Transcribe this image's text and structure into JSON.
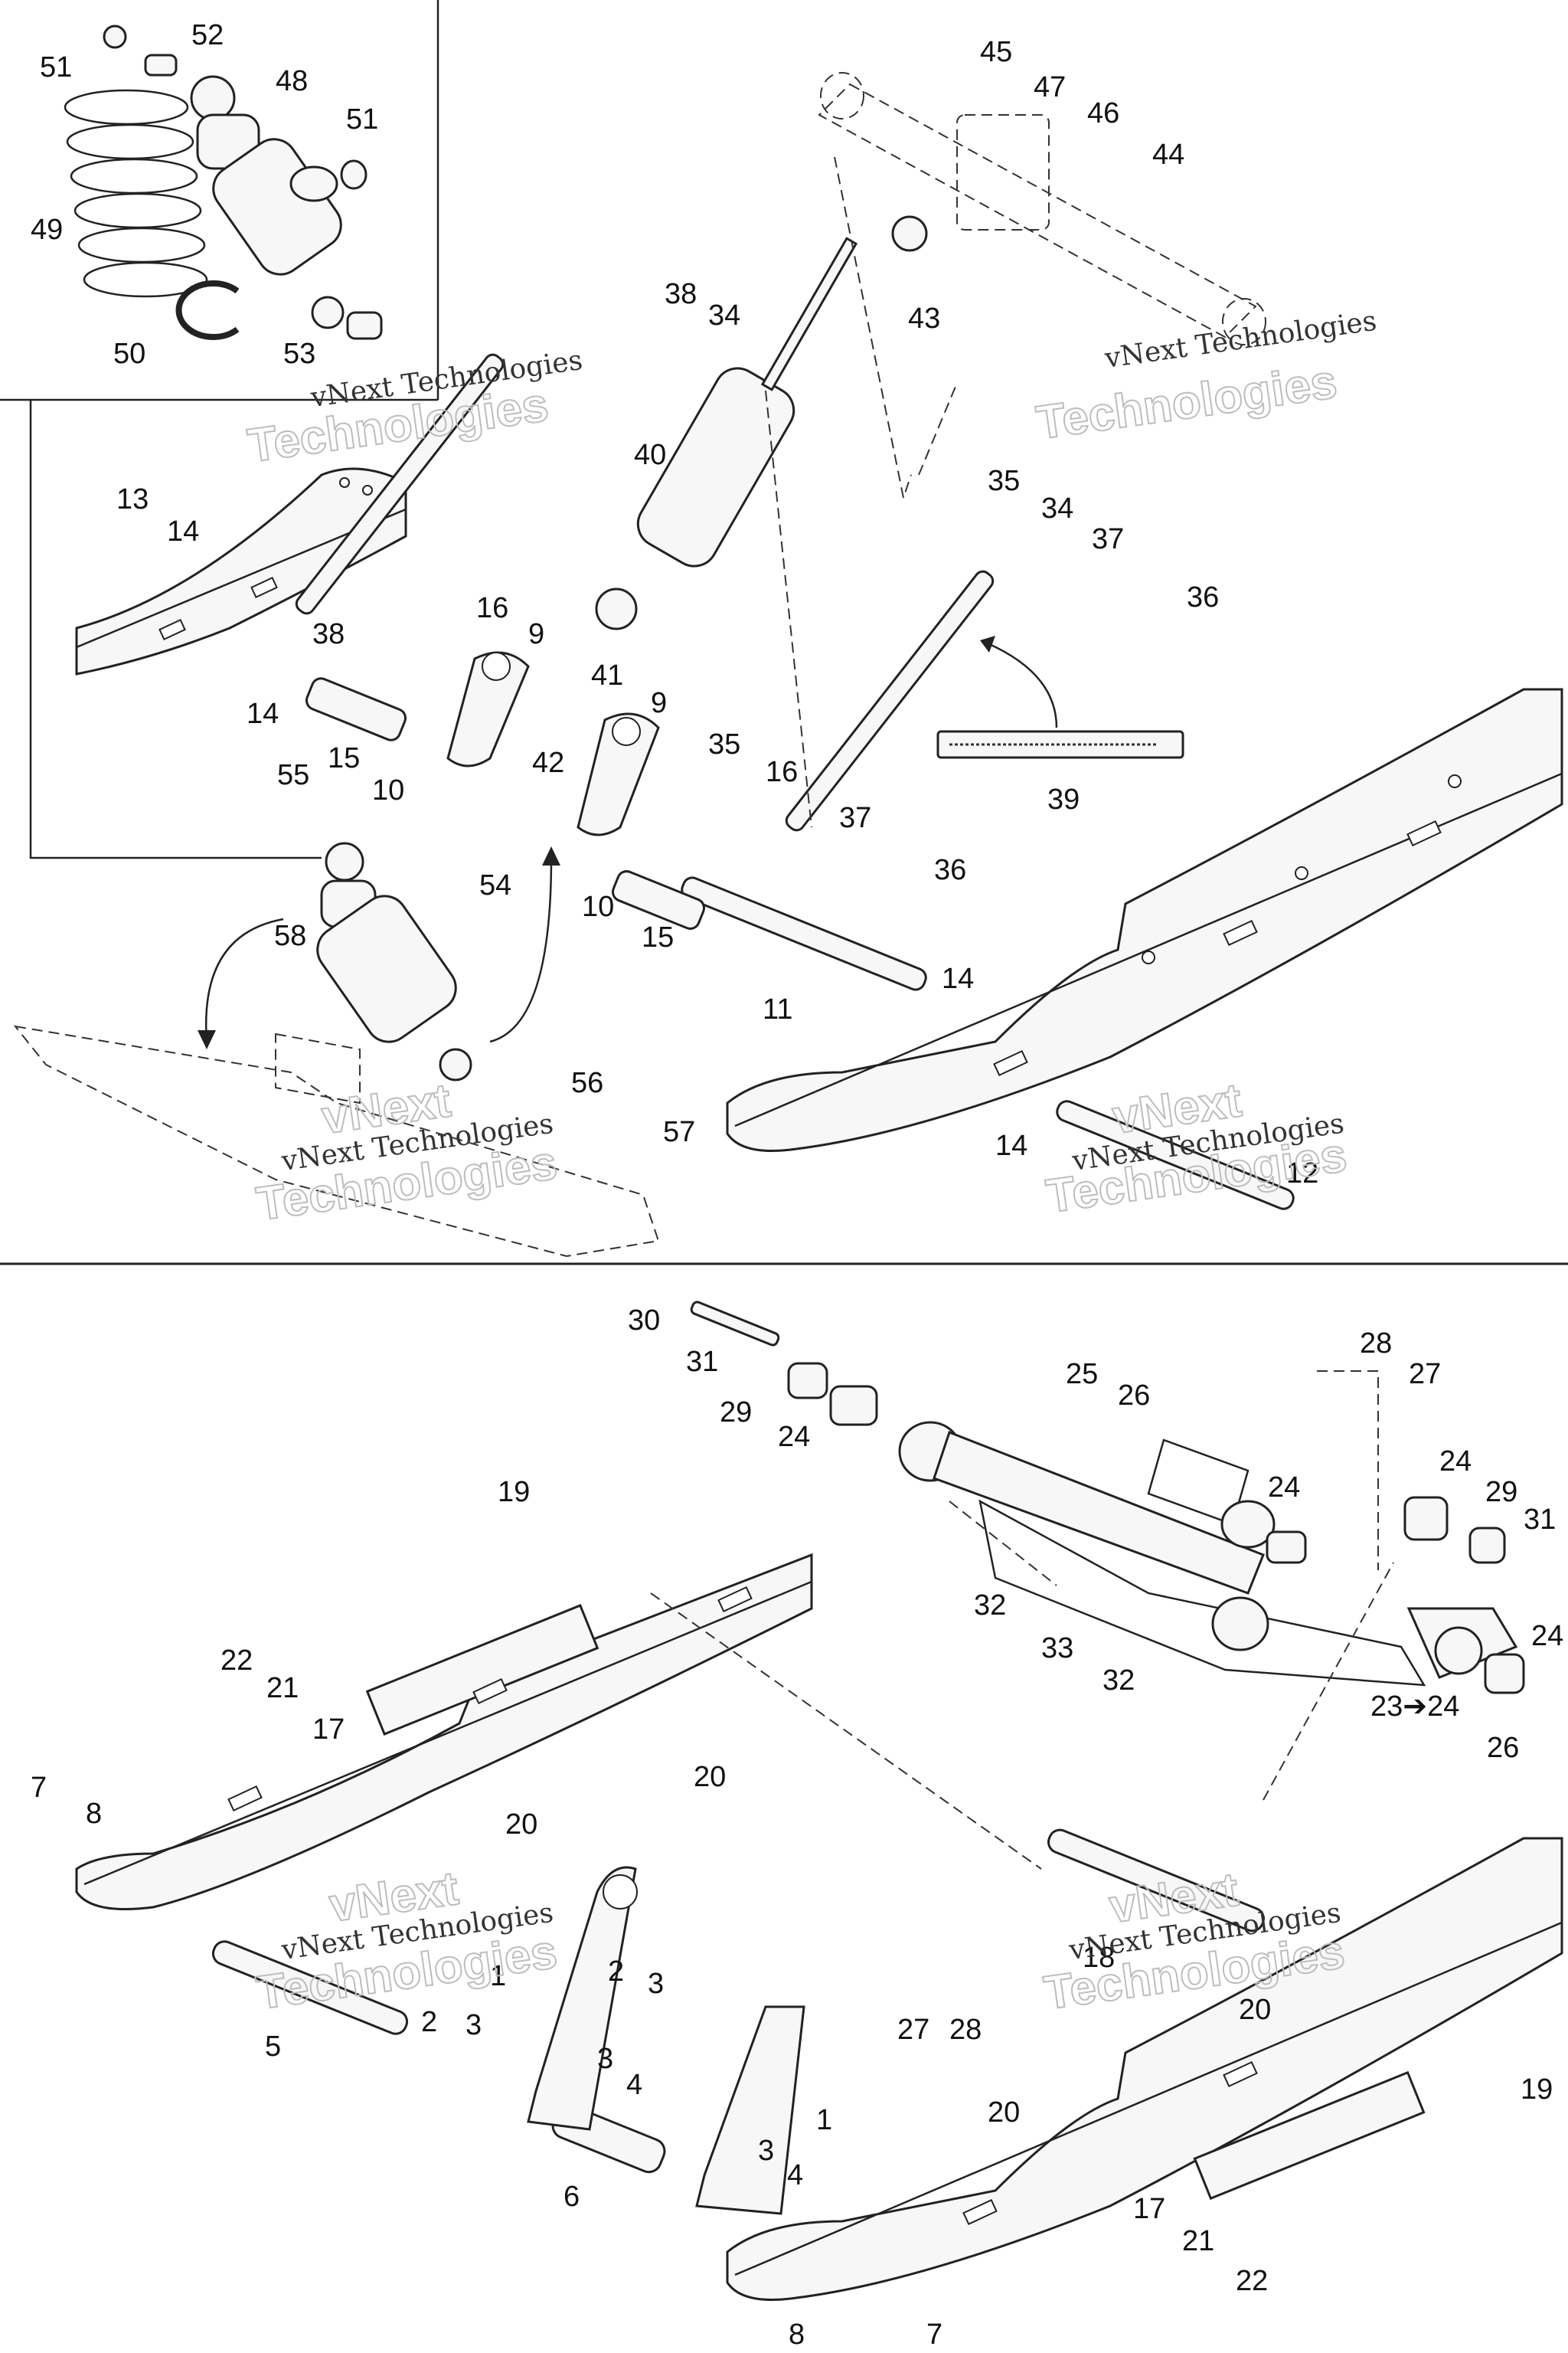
{
  "callouts_top": [
    {
      "id": "c51a",
      "text": "51"
    },
    {
      "id": "c52",
      "text": "52"
    },
    {
      "id": "c48",
      "text": "48"
    },
    {
      "id": "c51b",
      "text": "51"
    },
    {
      "id": "c49",
      "text": "49"
    },
    {
      "id": "c50",
      "text": "50"
    },
    {
      "id": "c53",
      "text": "53"
    },
    {
      "id": "c45",
      "text": "45"
    },
    {
      "id": "c47",
      "text": "47"
    },
    {
      "id": "c46",
      "text": "46"
    },
    {
      "id": "c44",
      "text": "44"
    },
    {
      "id": "c38a",
      "text": "38"
    },
    {
      "id": "c34a",
      "text": "34"
    },
    {
      "id": "c43",
      "text": "43"
    },
    {
      "id": "c40",
      "text": "40"
    },
    {
      "id": "c13",
      "text": "13"
    },
    {
      "id": "c14a",
      "text": "14"
    },
    {
      "id": "c38b",
      "text": "38"
    },
    {
      "id": "c16a",
      "text": "16"
    },
    {
      "id": "c9a",
      "text": "9"
    },
    {
      "id": "c41",
      "text": "41"
    },
    {
      "id": "c14b",
      "text": "14"
    },
    {
      "id": "c15a",
      "text": "15"
    },
    {
      "id": "c10a",
      "text": "10"
    },
    {
      "id": "c42",
      "text": "42"
    },
    {
      "id": "c9b",
      "text": "9"
    },
    {
      "id": "c35a",
      "text": "35"
    },
    {
      "id": "c16b",
      "text": "16"
    },
    {
      "id": "c35b",
      "text": "35"
    },
    {
      "id": "c34b",
      "text": "34"
    },
    {
      "id": "c37a",
      "text": "37"
    },
    {
      "id": "c36a",
      "text": "36"
    },
    {
      "id": "c39",
      "text": "39"
    },
    {
      "id": "c55",
      "text": "55"
    },
    {
      "id": "c54",
      "text": "54"
    },
    {
      "id": "c37b",
      "text": "37"
    },
    {
      "id": "c36b",
      "text": "36"
    },
    {
      "id": "c58",
      "text": "58"
    },
    {
      "id": "c10b",
      "text": "10"
    },
    {
      "id": "c15b",
      "text": "15"
    },
    {
      "id": "c11",
      "text": "11"
    },
    {
      "id": "c14c",
      "text": "14"
    },
    {
      "id": "c56",
      "text": "56"
    },
    {
      "id": "c57",
      "text": "57"
    },
    {
      "id": "c14d",
      "text": "14"
    },
    {
      "id": "c12",
      "text": "12"
    }
  ],
  "callouts_bottom": [
    {
      "id": "c30",
      "text": "30"
    },
    {
      "id": "c31a",
      "text": "31"
    },
    {
      "id": "c29a",
      "text": "29"
    },
    {
      "id": "c24a",
      "text": "24"
    },
    {
      "id": "c25",
      "text": "25"
    },
    {
      "id": "c26a",
      "text": "26"
    },
    {
      "id": "c28a",
      "text": "28"
    },
    {
      "id": "c27a",
      "text": "27"
    },
    {
      "id": "c24b",
      "text": "24"
    },
    {
      "id": "c24c",
      "text": "24"
    },
    {
      "id": "c29b",
      "text": "29"
    },
    {
      "id": "c31b",
      "text": "31"
    },
    {
      "id": "c19a",
      "text": "19"
    },
    {
      "id": "c32a",
      "text": "32"
    },
    {
      "id": "c33",
      "text": "33"
    },
    {
      "id": "c32b",
      "text": "32"
    },
    {
      "id": "c24d",
      "text": "24"
    },
    {
      "id": "c22a",
      "text": "22"
    },
    {
      "id": "c21a",
      "text": "21"
    },
    {
      "id": "c17a",
      "text": "17"
    },
    {
      "id": "c23",
      "text": "23➔24"
    },
    {
      "id": "c26b",
      "text": "26"
    },
    {
      "id": "c20a",
      "text": "20"
    },
    {
      "id": "c20b",
      "text": "20"
    },
    {
      "id": "c7a",
      "text": "7"
    },
    {
      "id": "c8a",
      "text": "8"
    },
    {
      "id": "c18",
      "text": "18"
    },
    {
      "id": "c2a",
      "text": "2"
    },
    {
      "id": "c3a",
      "text": "3"
    },
    {
      "id": "c27b",
      "text": "27"
    },
    {
      "id": "c28b",
      "text": "28"
    },
    {
      "id": "c20c",
      "text": "20"
    },
    {
      "id": "c5",
      "text": "5"
    },
    {
      "id": "c2b",
      "text": "2"
    },
    {
      "id": "c3b",
      "text": "3"
    },
    {
      "id": "c3c",
      "text": "3"
    },
    {
      "id": "c4a",
      "text": "4"
    },
    {
      "id": "c20d",
      "text": "20"
    },
    {
      "id": "c19b",
      "text": "19"
    },
    {
      "id": "c1a",
      "text": "1"
    },
    {
      "id": "c1b",
      "text": "1"
    },
    {
      "id": "c3d",
      "text": "3"
    },
    {
      "id": "c4b",
      "text": "4"
    },
    {
      "id": "c6",
      "text": "6"
    },
    {
      "id": "c17b",
      "text": "17"
    },
    {
      "id": "c21b",
      "text": "21"
    },
    {
      "id": "c22b",
      "text": "22"
    },
    {
      "id": "c8b",
      "text": "8"
    },
    {
      "id": "c7b",
      "text": "7"
    }
  ],
  "watermark": {
    "line1": "vNext Technologies",
    "line2": "Technologies",
    "line3": "vNext"
  },
  "colors": {
    "ink": "#111111",
    "paper": "#ffffff",
    "watermark": "#bdbdbd"
  }
}
